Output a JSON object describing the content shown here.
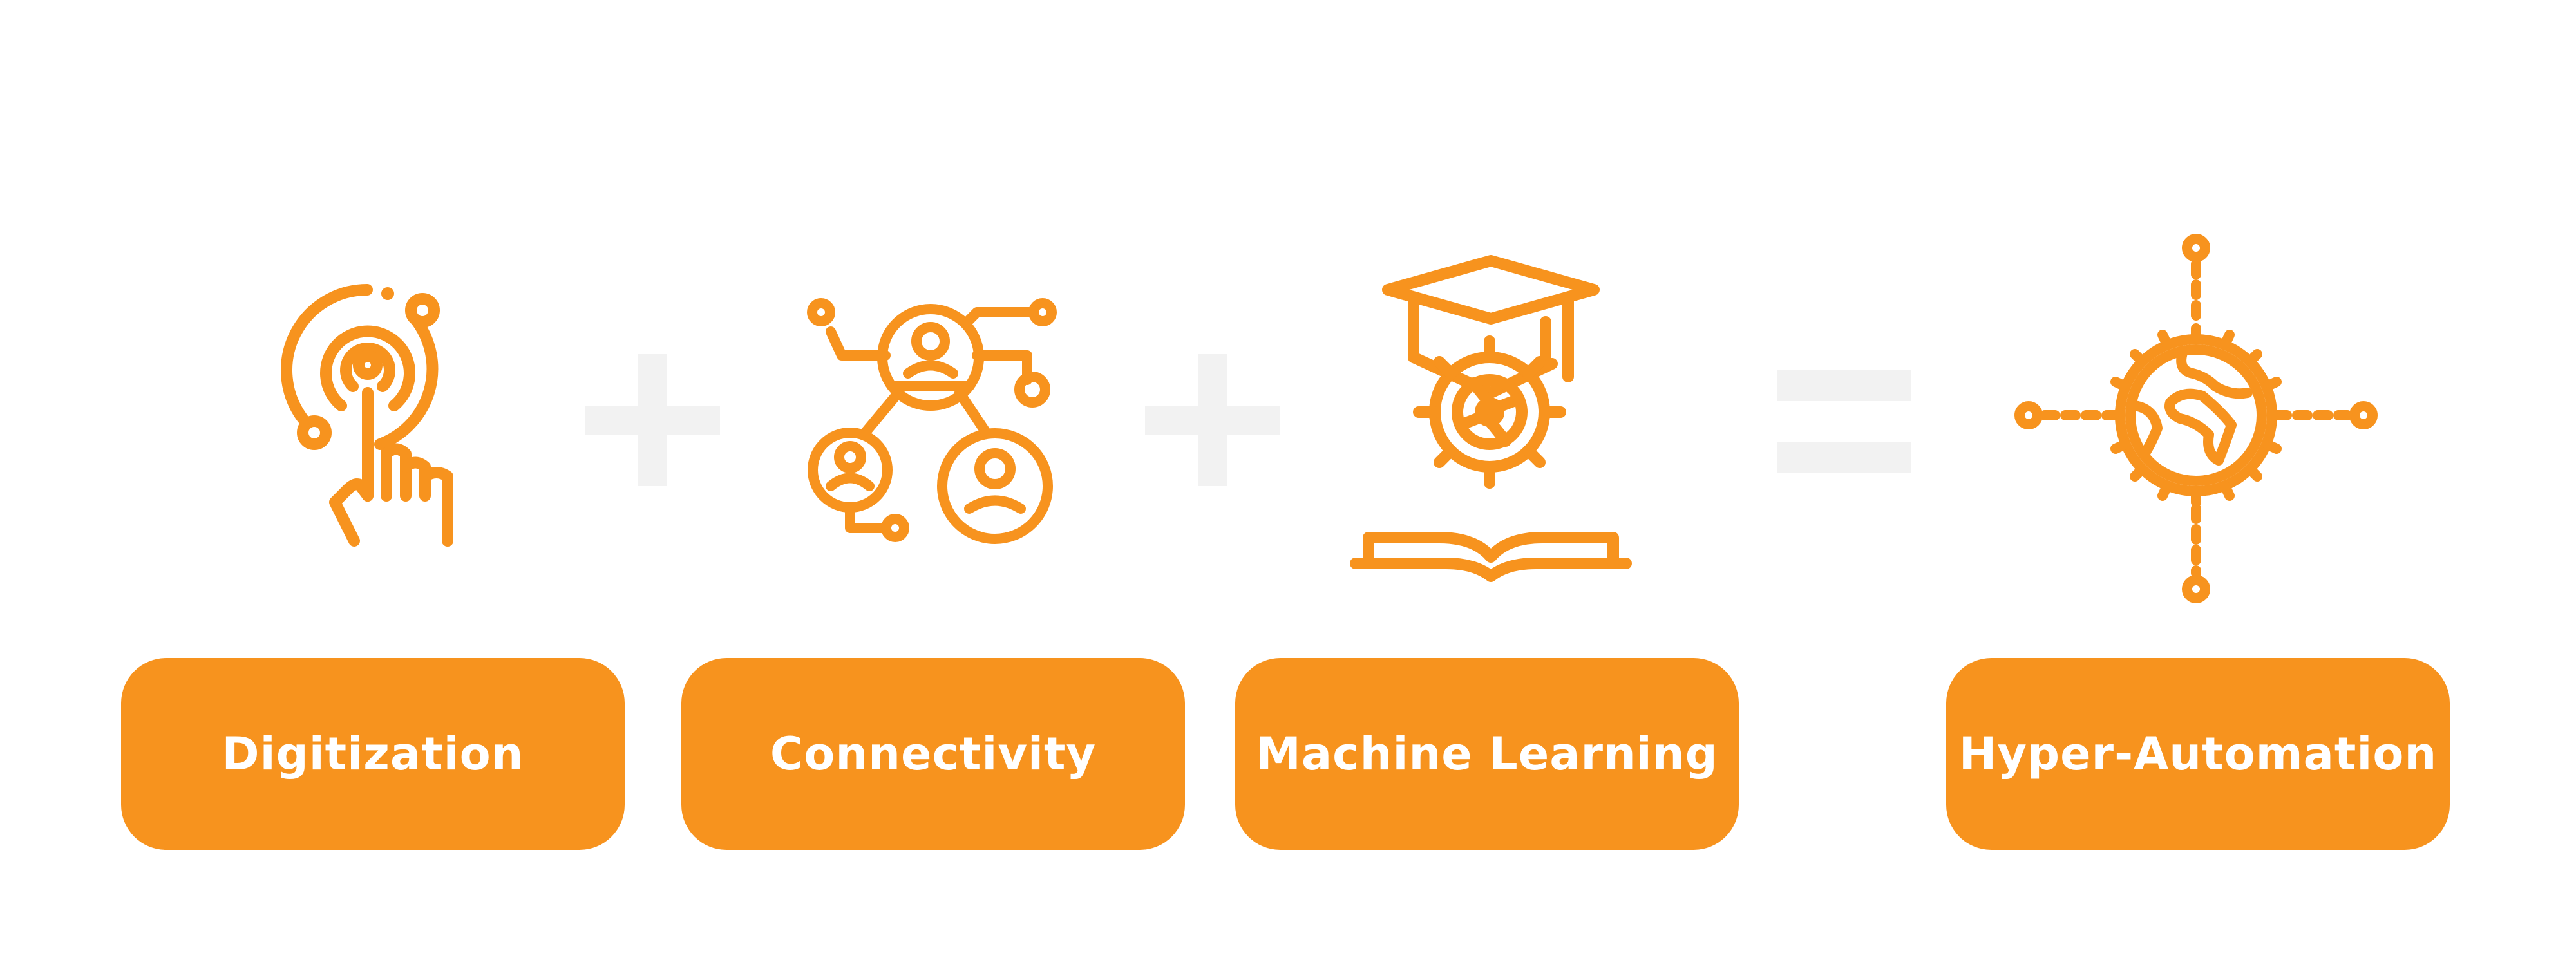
{
  "colors": {
    "accent": "#F7931E",
    "operator": "#F2F2F2",
    "label_text": "#FFFFFF"
  },
  "steps": [
    {
      "label": "Digitization",
      "icon": "touch-finger-icon"
    },
    {
      "label": "Connectivity",
      "icon": "connected-people-icon"
    },
    {
      "label": "Machine Learning",
      "icon": "graduation-gear-book-icon"
    }
  ],
  "operators": [
    "plus",
    "plus",
    "equals"
  ],
  "result": {
    "label": "Hyper-Automation",
    "icon": "globe-gear-icon"
  }
}
